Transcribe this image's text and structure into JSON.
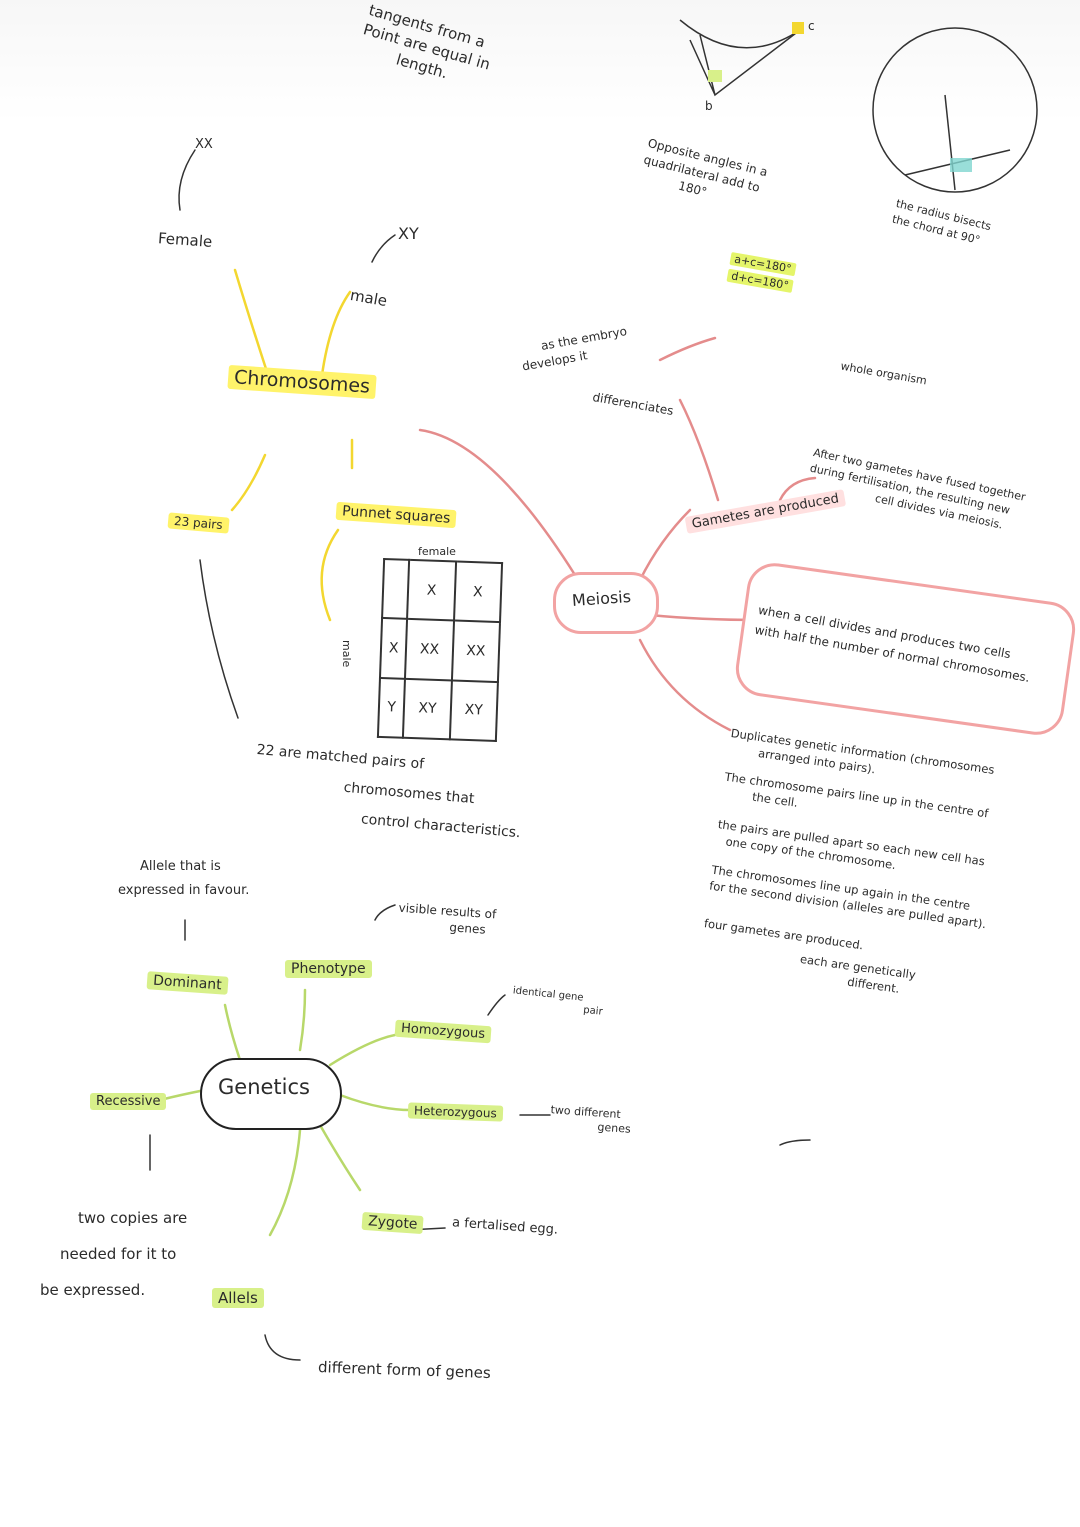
{
  "top": {
    "tangents_note": [
      "tangents from a",
      "Point are equal in",
      "length."
    ],
    "opposite_angles_note": [
      "Opposite angles in a",
      "quadrilateral add to",
      "180°"
    ],
    "eq1": "a+c=180°",
    "eq2": "d+c=180°",
    "radius_note": [
      "the radius bisects",
      "the chord at 90°"
    ],
    "label_b": "b",
    "label_c": "c"
  },
  "chromosomes": {
    "center": "Chromosomes",
    "female": "Female",
    "xx": "XX",
    "male": "male",
    "xy": "XY",
    "pairs23": "23 pairs",
    "punnet": "Punnet squares",
    "matched": [
      "22 are matched pairs of",
      "chromosomes that",
      "control characteristics."
    ],
    "punnett_table": {
      "female_label": "female",
      "male_label": "male",
      "col_headers": [
        "X",
        "X"
      ],
      "row_headers": [
        "X",
        "Y"
      ],
      "cells": [
        [
          "XX",
          "XX"
        ],
        [
          "XY",
          "XY"
        ]
      ]
    }
  },
  "meiosis": {
    "center": "Meiosis",
    "embryo": [
      "as the embryo",
      "develops it"
    ],
    "differentiates": "differenciates",
    "whole": "whole organism",
    "gametes": "Gametes are produced",
    "after_two": [
      "After two gametes have fused together",
      "during fertilisation, the resulting new",
      "cell divides via meiosis."
    ],
    "definition": [
      "when a cell divides and produces two cells",
      "with half the number of normal chromosomes."
    ],
    "steps": [
      "Duplicates genetic information (chromosomes",
      "arranged into pairs).",
      "The chromosome pairs line up in the centre of",
      "the cell.",
      "the pairs are pulled apart so each new cell has",
      "one copy of the chromosome.",
      "The chromosomes line up again in the centre",
      "for the second division (alleles are pulled apart).",
      "four gametes are produced.",
      "each are genetically",
      "different."
    ]
  },
  "genetics": {
    "center": "Genetics",
    "dominant": "Dominant",
    "dominant_note": [
      "Allele that is",
      "expressed in favour."
    ],
    "phenotype": "Phenotype",
    "phenotype_note": [
      "visible results of",
      "genes"
    ],
    "homozygous": "Homozygous",
    "homozygous_note": [
      "identical gene",
      "pair"
    ],
    "heterozygous": "Heterozygous",
    "heterozygous_note": [
      "two different",
      "genes"
    ],
    "zygote": "Zygote",
    "zygote_note": "a fertalised egg.",
    "recessive": "Recessive",
    "recessive_note": [
      "two copies are",
      "needed for it to",
      "be expressed."
    ],
    "alleles": "Allels",
    "alleles_note": "different form of genes"
  },
  "colors": {
    "yellow": "#fff36a",
    "green": "#d8f08a",
    "pink": "#f2a3a3",
    "teal": "#7fd6d0",
    "line_yellow": "#f3d730",
    "line_green": "#b8d86a",
    "line_pink": "#e48c8c"
  }
}
